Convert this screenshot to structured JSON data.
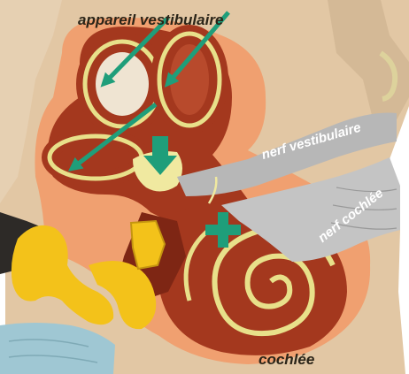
{
  "labels": {
    "vestibular_apparatus": "appareil vestibulaire",
    "vestibular_nerve": "nerf vestibulaire",
    "cochlear_nerve": "nerf cochlée",
    "cochlea": "cochlée"
  },
  "colors": {
    "background_tissue": "#e2c7a4",
    "bone_surround": "#f0a070",
    "organ_body": "#a4381e",
    "organ_dark": "#7e2614",
    "canal_fluid": "#e8e08a",
    "nerve_gray": "#b7b7b7",
    "ossicle_yellow": "#f3c21a",
    "eardrum_blue": "#9fc7d3",
    "arrow_teal": "#1f9e7a",
    "plus_teal": "#1f9e7a"
  },
  "icons": {
    "arrows": "arrow-icon",
    "plus": "plus-icon"
  }
}
